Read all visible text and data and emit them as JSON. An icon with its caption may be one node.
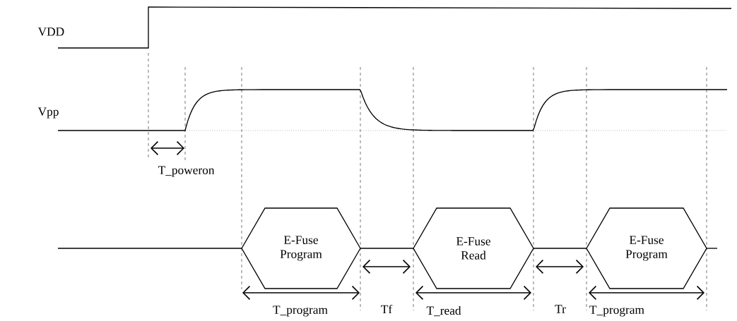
{
  "diagram": {
    "nodes": [
      {
        "text": [
          "E-Fuse Program"
        ]
      },
      {
        "text": [
          "E-Fuse Read"
        ]
      },
      {
        "text": [
          "E-Fuse Program"
        ]
      }
    ],
    "edges": [
      {
        "from": 0,
        "to": 1,
        "arrow": "none"
      },
      {
        "from": 1,
        "to": 2,
        "arrow": "none"
      }
    ],
    "labels": [
      "VDD",
      "Vpp",
      "T_poweron",
      "T_program",
      "Tf",
      "T_read",
      "Tr",
      "T_program"
    ]
  }
}
